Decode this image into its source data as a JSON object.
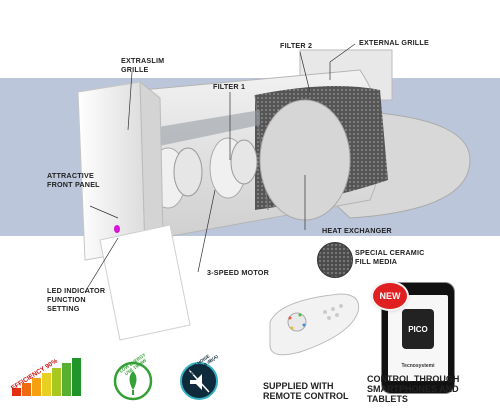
{
  "labels": {
    "filter2": "FILTER 2",
    "external_grille": "EXTERNAL GRILLE",
    "extraslim_grille": "EXTRASLIM\nGRILLE",
    "filter1": "FILTER 1",
    "attractive_front_panel": "ATTRACTIVE\nFRONT PANEL",
    "heat_exchanger": "HEAT EXCHANGER",
    "special_ceramic": "SPECIAL CERAMIC\nFILL MEDIA",
    "speed_motor": "3-SPEED MOTOR",
    "led_indicator": "LED INDICATOR\nFUNCTION\nSETTING",
    "supplied_remote": "SUPPLIED WITH\nREMOTE CONTROL",
    "control_smartphones": "CONTROL THROUGH\nSMARTPHONES AND\nTABLETS"
  },
  "badges": {
    "efficiency": "EFFICIENCY 90%",
    "low_energy": "LOW ENERGY USE 1W 4W",
    "low_noise": "LOW NOISE SILENCE 18 dB(A)",
    "new": "NEW"
  },
  "phone": {
    "app_name": "PICO",
    "brand": "Tecnosystemi"
  },
  "colors": {
    "band": "#bcc6db",
    "led": "#d814d8",
    "new_badge": "#e02020"
  }
}
